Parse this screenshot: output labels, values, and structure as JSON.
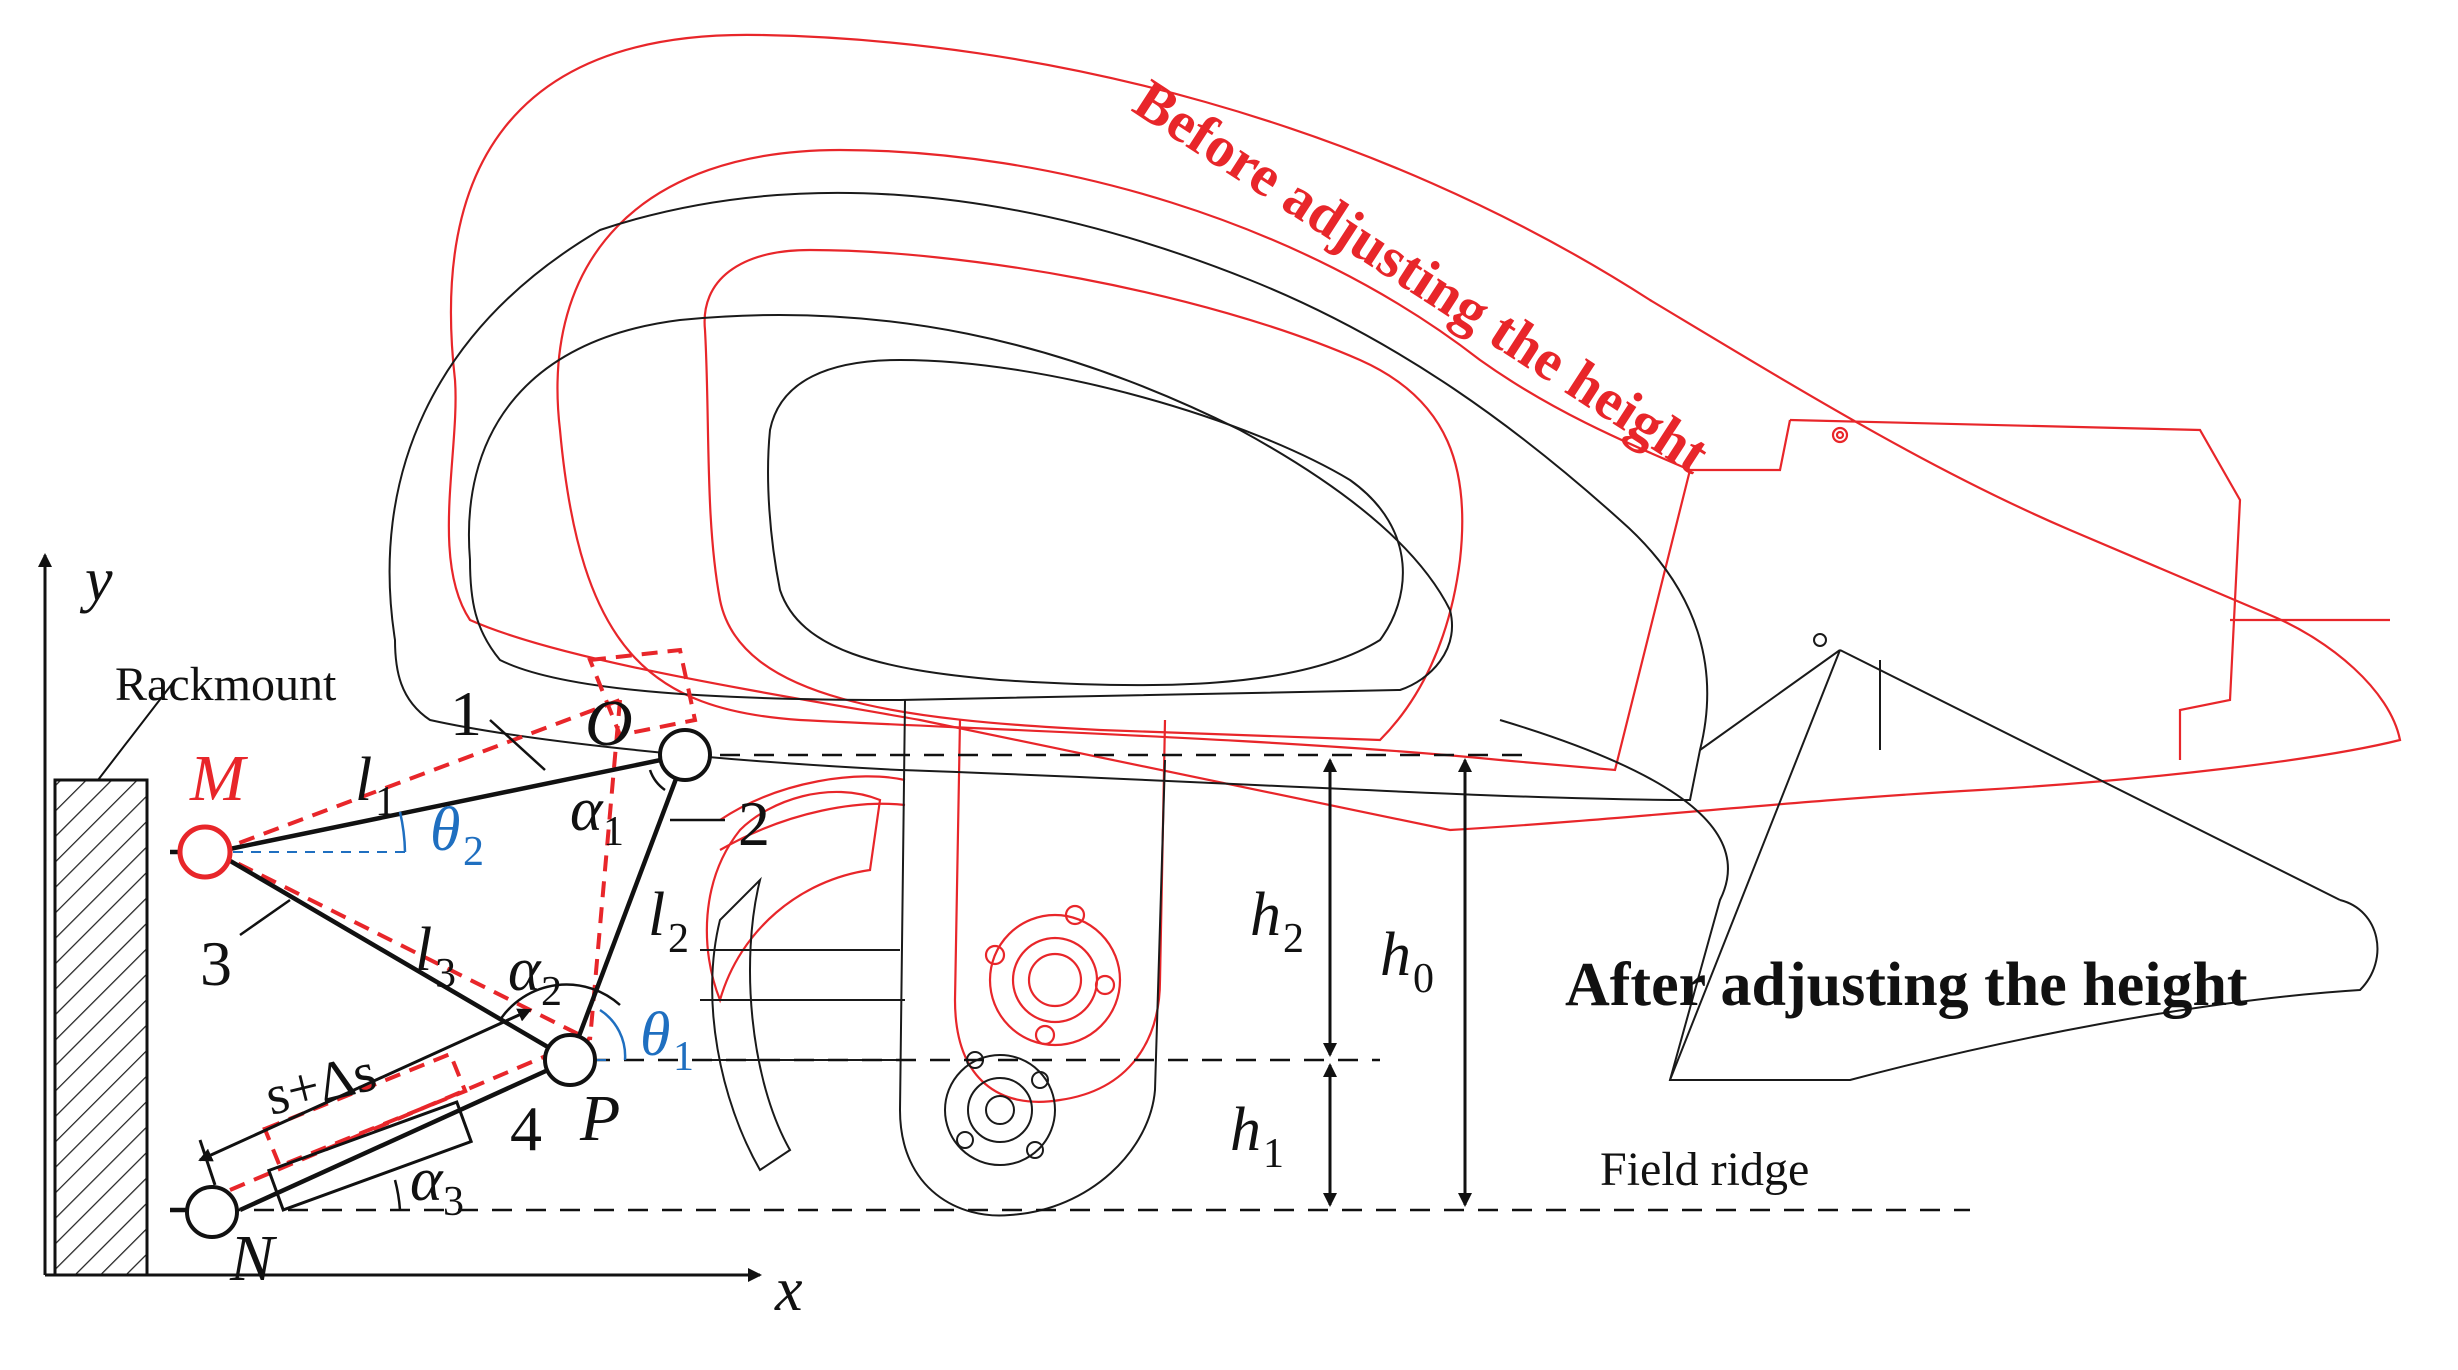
{
  "labels": {
    "before": "Before adjusting the height",
    "after": "After adjusting the height",
    "rackmount": "Rackmount",
    "field_ridge": "Field ridge",
    "axis_x": "x",
    "axis_y": "y",
    "point_M": "M",
    "point_N": "N",
    "point_O": "O",
    "point_P": "P",
    "l1": "l",
    "l1_sub": "1",
    "l2": "l",
    "l2_sub": "2",
    "l3": "l",
    "l3_sub": "3",
    "theta1": "θ",
    "theta1_sub": "1",
    "theta2": "θ",
    "theta2_sub": "2",
    "alpha1": "α",
    "alpha1_sub": "1",
    "alpha2": "α",
    "alpha2_sub": "2",
    "alpha3": "α",
    "alpha3_sub": "3",
    "h0": "h",
    "h0_sub": "0",
    "h1": "h",
    "h1_sub": "1",
    "h2": "h",
    "h2_sub": "2",
    "stroke": "s+Δs",
    "link1": "1",
    "link2": "2",
    "link3": "3",
    "link4": "4"
  },
  "colors": {
    "before_state": "#e8262a",
    "after_state": "#1a1a1a",
    "angle_theta": "#1f6fc0",
    "background": "#ffffff"
  }
}
